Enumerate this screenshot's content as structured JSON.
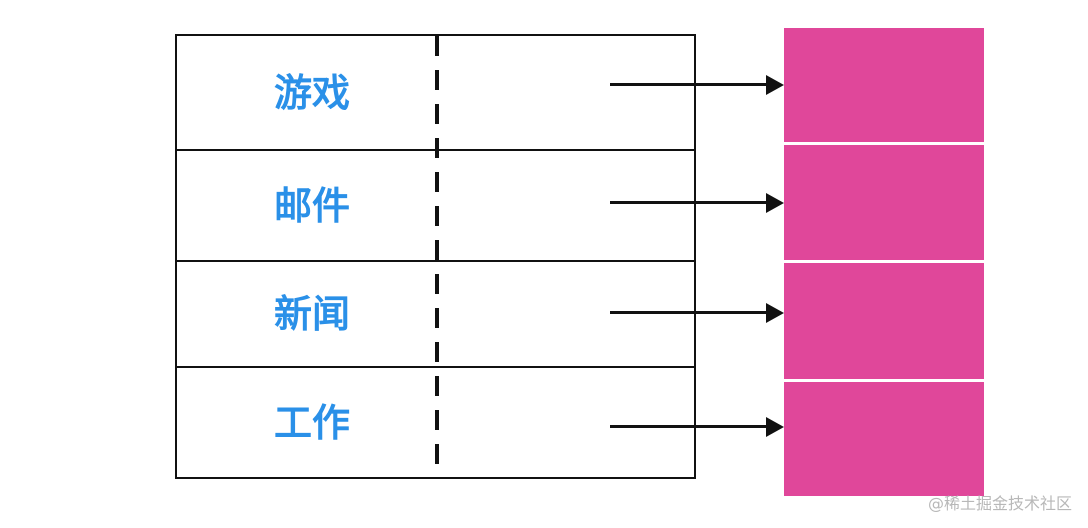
{
  "rows": [
    {
      "label": "游戏"
    },
    {
      "label": "邮件"
    },
    {
      "label": "新闻"
    },
    {
      "label": "工作"
    }
  ],
  "watermark": "@稀土掘金技术社区",
  "colors": {
    "label_text": "#2a90e8",
    "bucket_fill": "#e0479a",
    "line": "#111111",
    "background": "#ffffff"
  }
}
